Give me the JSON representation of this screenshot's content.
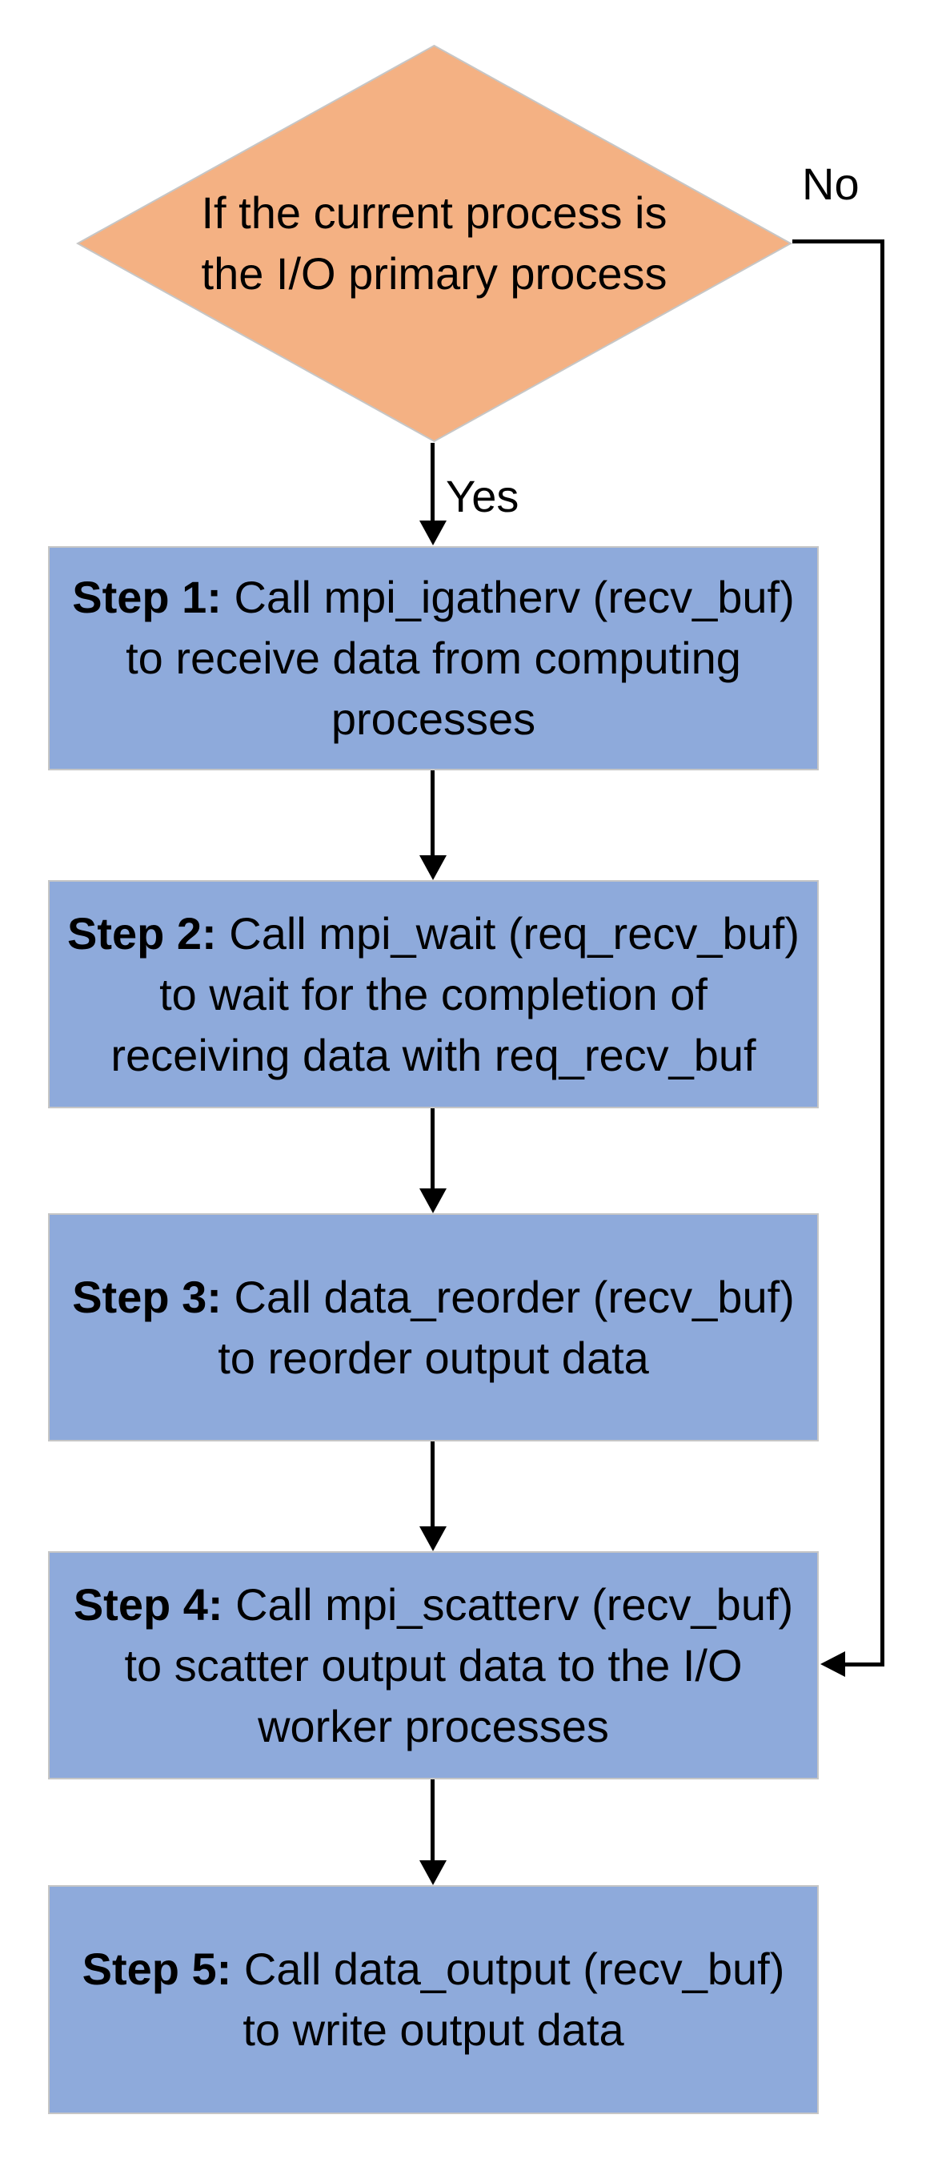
{
  "colors": {
    "diamond-fill": "#F4B183",
    "box-fill": "#8EAADB",
    "shape-border": "#C6C6C6",
    "connector": "#000000",
    "text": "#000000"
  },
  "diamond": {
    "line1": "If the current process is",
    "line2": "the I/O primary process"
  },
  "labels": {
    "yes": "Yes",
    "no": "No"
  },
  "steps": [
    {
      "prefix": "Step 1:",
      "rest": " Call mpi_igatherv (recv_buf)",
      "line2": "to receive data from computing",
      "line3": "processes"
    },
    {
      "prefix": "Step 2:",
      "rest": " Call mpi_wait (req_recv_buf)",
      "line2": "to wait for the completion of",
      "line3": "receiving data with req_recv_buf"
    },
    {
      "prefix": "Step 3:",
      "rest": " Call data_reorder (recv_buf)",
      "line2": "to reorder output data"
    },
    {
      "prefix": "Step 4:",
      "rest": " Call mpi_scatterv (recv_buf)",
      "line2": "to scatter output data to the I/O",
      "line3": "worker processes"
    },
    {
      "prefix": "Step 5:",
      "rest": " Call data_output (recv_buf)",
      "line2": "to write output data"
    }
  ]
}
